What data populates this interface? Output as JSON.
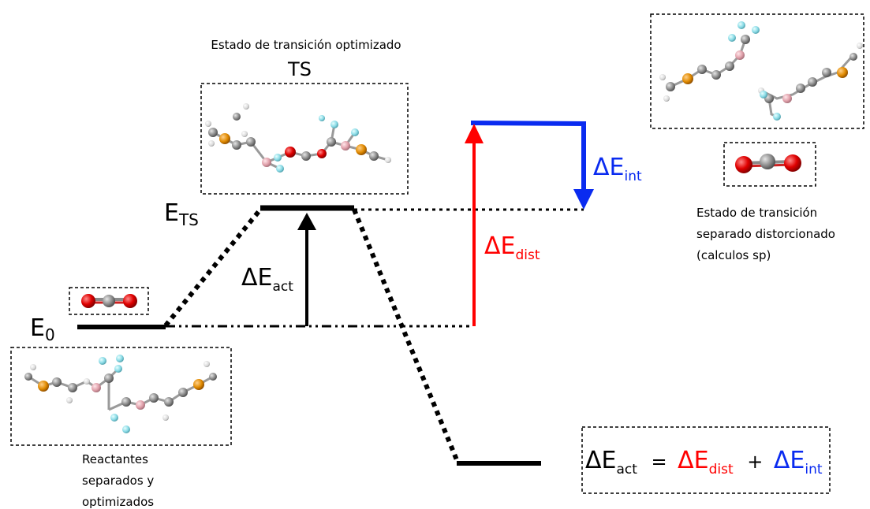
{
  "colors": {
    "dist": "#ff0000",
    "int": "#0a2bf0",
    "line": "#000000"
  },
  "energy_levels": {
    "E0": {
      "base": "E",
      "sub": "0"
    },
    "ETS": {
      "base": "E",
      "sub": "TS"
    }
  },
  "ts": {
    "caption": "Estado de transición optimizado",
    "label": "TS"
  },
  "reactants": {
    "caption": [
      "Reactantes",
      "separados y",
      "optimizados"
    ]
  },
  "separated_ts": {
    "caption": [
      "Estado de transición",
      "separado distorcionado",
      "(calculos sp)"
    ]
  },
  "arrows": {
    "act": {
      "delta": "Δ",
      "base": "E",
      "sub": "act"
    },
    "dist": {
      "delta": "Δ",
      "base": "E",
      "sub": "dist"
    },
    "int": {
      "delta": "Δ",
      "base": "E",
      "sub": "int"
    }
  },
  "equation": {
    "lhs_delta": "Δ",
    "lhs_base": "E",
    "lhs_sub": "act",
    "equals": "=",
    "t1_delta": "Δ",
    "t1_base": "E",
    "t1_sub": "dist",
    "plus": "+",
    "t2_delta": "Δ",
    "t2_base": "E",
    "t2_sub": "int"
  },
  "molecule_icons": [
    "co2-molecule-icon",
    "reactant-molecule-icon",
    "ts-molecule-icon",
    "fragment-molecule-icon"
  ]
}
